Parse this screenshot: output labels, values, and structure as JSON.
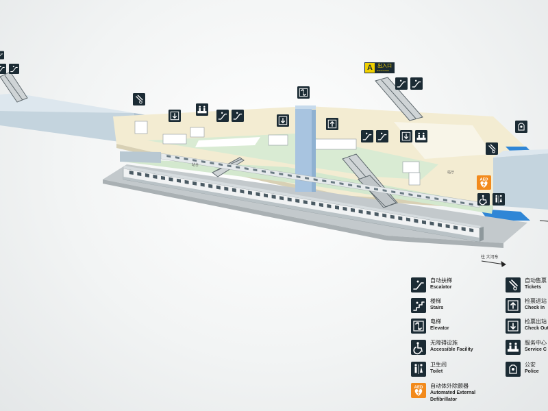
{
  "exit_sign": {
    "letter": "A",
    "label_cn": "出入口",
    "label_en": "Entrance/Exit"
  },
  "platform_label": "往 大河东",
  "tiny_labels": [
    "站台",
    "站厅"
  ],
  "colors": {
    "concourse": "#f3ecd2",
    "paid_area": "#d9ebd3",
    "platform": "#d3e8ce",
    "track_bed": "#c3c9cc",
    "building": "#c4d4de",
    "elevator_shaft": "#a8c4e0",
    "blue_zone": "#2f86d6",
    "icon_dark": "#1b2b34",
    "aed_orange": "#f28a1c",
    "exit_yellow": "#f0d000"
  },
  "legend": {
    "items": [
      {
        "icon": "escalator-icon",
        "cn": "自动扶梯",
        "en": "Escalator"
      },
      {
        "icon": "stairs-icon",
        "cn": "楼梯",
        "en": "Stairs"
      },
      {
        "icon": "elevator-icon",
        "cn": "电梯",
        "en": "Elevator"
      },
      {
        "icon": "accessible-icon",
        "cn": "无障碍设施",
        "en": "Accessible Facility"
      },
      {
        "icon": "toilet-icon",
        "cn": "卫生间",
        "en": "Toilet"
      },
      {
        "icon": "aed-icon",
        "cn": "自动体外除颤器",
        "en": "Automated External",
        "en2": "Defibrillator"
      },
      {
        "icon": "ticket-machine-icon",
        "cn": "自动售票",
        "en": "Tickets"
      },
      {
        "icon": "check-in-icon",
        "cn": "检票进站",
        "en": "Check In"
      },
      {
        "icon": "check-out-icon",
        "cn": "检票出站",
        "en": "Check Out"
      },
      {
        "icon": "service-center-icon",
        "cn": "服务中心",
        "en": "Service C"
      },
      {
        "icon": "police-icon",
        "cn": "公安",
        "en": "Police"
      }
    ]
  }
}
